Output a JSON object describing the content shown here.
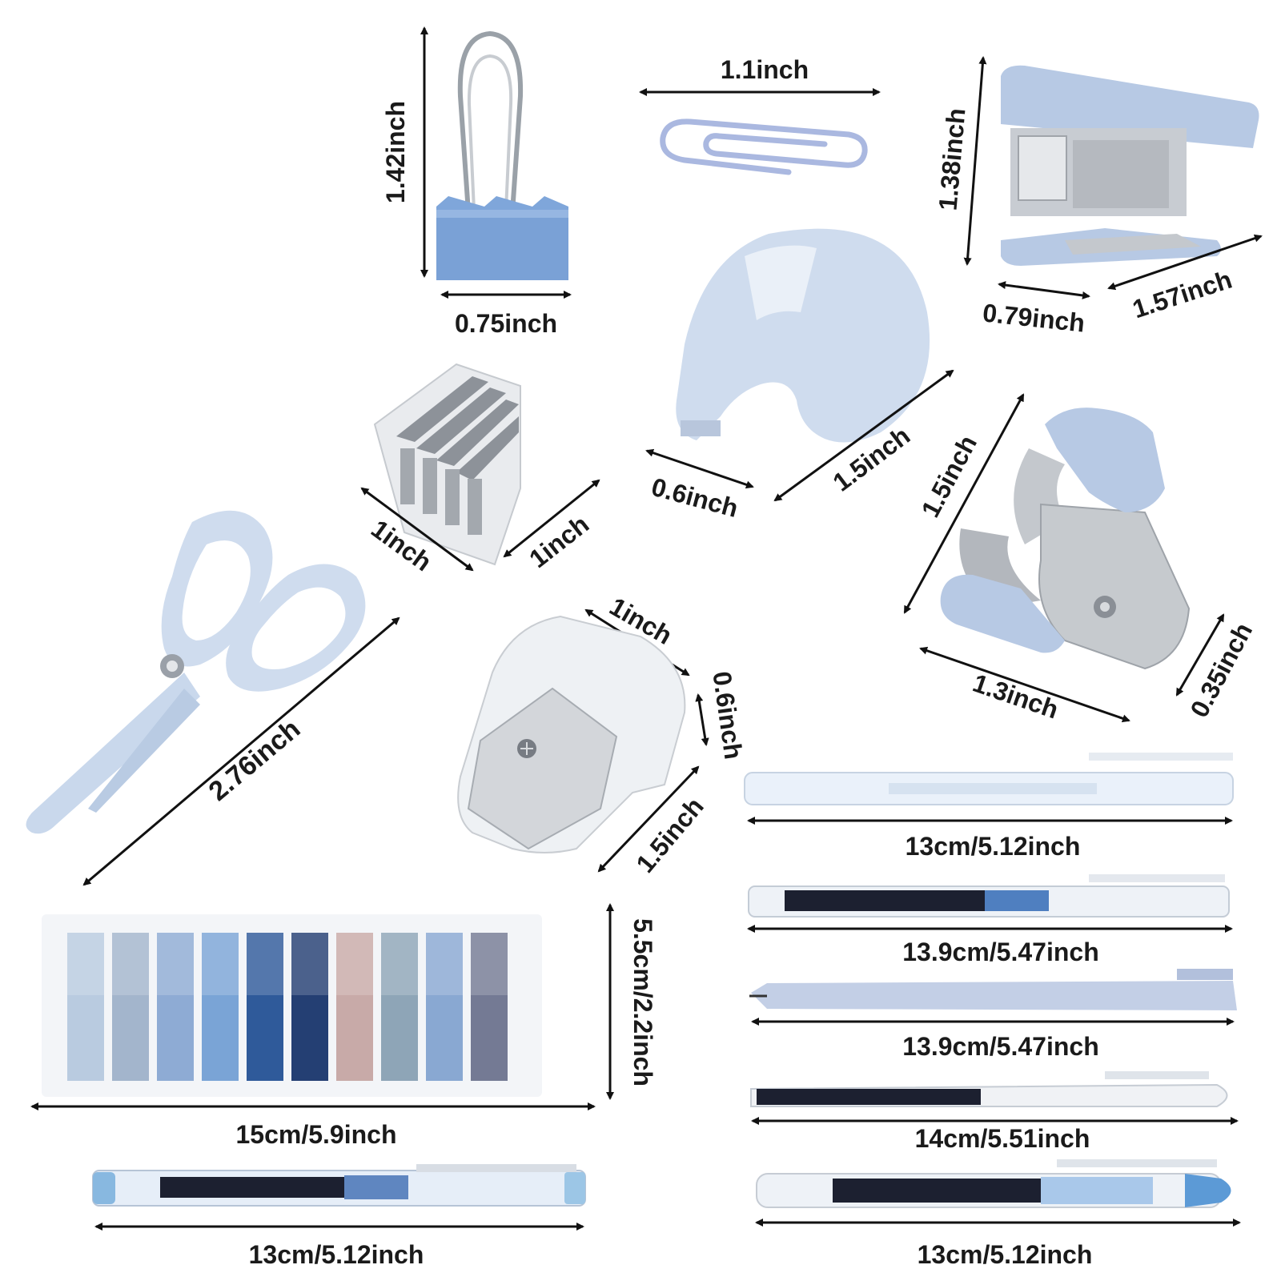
{
  "colors": {
    "accent_light": "#cfdcee",
    "accent_mid": "#b7c9e4",
    "clip_blue": "#7fa6da",
    "metal": "#c4c8cd",
    "ink_dark": "#1c2030",
    "arrow": "#111111"
  },
  "labels": {
    "clip_height": "1.42inch",
    "clip_width": "0.75inch",
    "paperclip_length": "1.1inch",
    "stapler_height": "1.38inch",
    "stapler_depth": "0.79inch",
    "stapler_length": "1.57inch",
    "tape_width": "0.6inch",
    "tape_diameter": "1.5inch",
    "staples_width": "1inch",
    "staples_depth": "1inch",
    "remover_height": "1.5inch",
    "remover_length": "1.3inch",
    "remover_width": "0.35inch",
    "scissors_length": "2.76inch",
    "sharpener_width": "1inch",
    "sharpener_depth": "0.6inch",
    "sharpener_length": "1.5inch",
    "notes_height": "5.5cm/2.2inch",
    "notes_width": "15cm/5.9inch",
    "pen1_length": "13cm/5.12inch",
    "pen2_length": "13.9cm/5.47inch",
    "pen3_length": "13.9cm/5.47inch",
    "pen4_length": "14cm/5.51inch",
    "pen5_length": "13cm/5.12inch",
    "pen6_length": "13cm/5.12inch"
  },
  "sticky_note_colors": [
    "#b9cbe0",
    "#a3b5cc",
    "#8eabd4",
    "#7aa4d6",
    "#2f5a9a",
    "#243f73",
    "#c8aaa8",
    "#8ea5b7",
    "#89a8d2",
    "#747a94"
  ],
  "icons": [
    "binder-clip-icon",
    "paperclip-icon",
    "stapler-icon",
    "tape-dispenser-icon",
    "staples-box-icon",
    "staple-remover-icon",
    "scissors-icon",
    "sharpener-icon",
    "sticky-notes-icon",
    "pen-icon"
  ]
}
